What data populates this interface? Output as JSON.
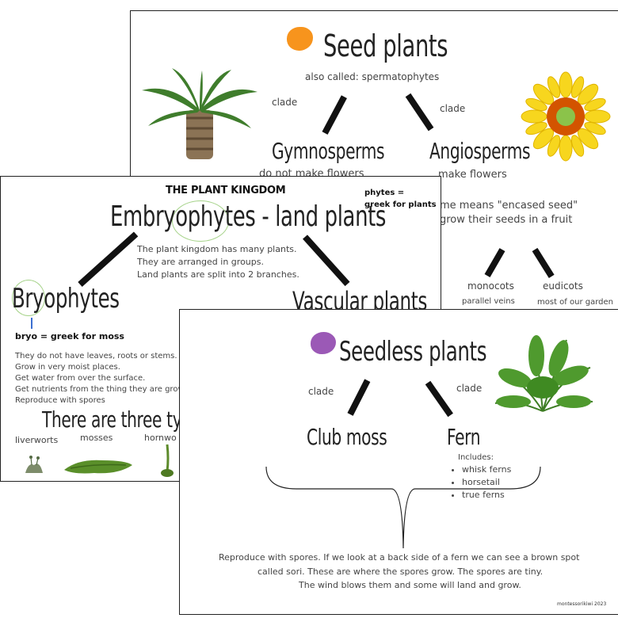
{
  "seed": {
    "title": "Seed plants",
    "subtitle": "also called: spermatophytes",
    "clade_left": "clade",
    "clade_right": "clade",
    "gymno": "Gymnosperms",
    "gymno_note": "do not make flowers",
    "angio": "Angiosperms",
    "angio_note": "make flowers",
    "angio_desc1": "me means \"encased seed\"",
    "angio_desc2": "grow their seeds in a fruit",
    "monocots": "monocots",
    "monocots_note": "parallel veins",
    "eudicots": "eudicots",
    "eudicots_note": "most of our garden"
  },
  "kingdom": {
    "heading": "THE PLANT KINGDOM",
    "title": "Embryophytes - land plants",
    "phytes_note": "phytes =\ngreek for plants",
    "intro1": "The plant kingdom has many plants.",
    "intro2": "They are arranged in groups.",
    "intro3": "Land plants are split into 2 branches.",
    "bryo": "Bryophytes",
    "bryo_note": "bryo = greek for moss",
    "vascular": "Vascular plants",
    "facts": [
      "They do not have leaves, roots or stems.",
      "Grow in very moist places.",
      "Get water from over the surface.",
      "Get nutrients from the thing they are grow",
      "Reproduce with spores"
    ],
    "types_title": "There are three types",
    "type1": "liverworts",
    "type2": "mosses",
    "type3": "hornwo"
  },
  "seedless": {
    "title": "Seedless plants",
    "clade_left": "clade",
    "clade_right": "clade",
    "club": "Club moss",
    "fern": "Fern",
    "includes": "Includes:",
    "list": [
      "whisk ferns",
      "horsetail",
      "true ferns"
    ],
    "desc1": "Reproduce with spores. If we look at a back side of a fern we can see a brown spot",
    "desc2": "called sori. These are where the spores grow. The spores are tiny.",
    "desc3": "The wind blows them and some will land and grow.",
    "credit": "montessorikiwi 2023"
  },
  "colors": {
    "orange": "#f7941d",
    "purple": "#9b59b6",
    "green_circle": "#a6d38a"
  },
  "icons": [
    "palm-icon",
    "sunflower-icon",
    "fern-icon",
    "moss-icon",
    "liverwort-icon",
    "hornwort-icon"
  ]
}
